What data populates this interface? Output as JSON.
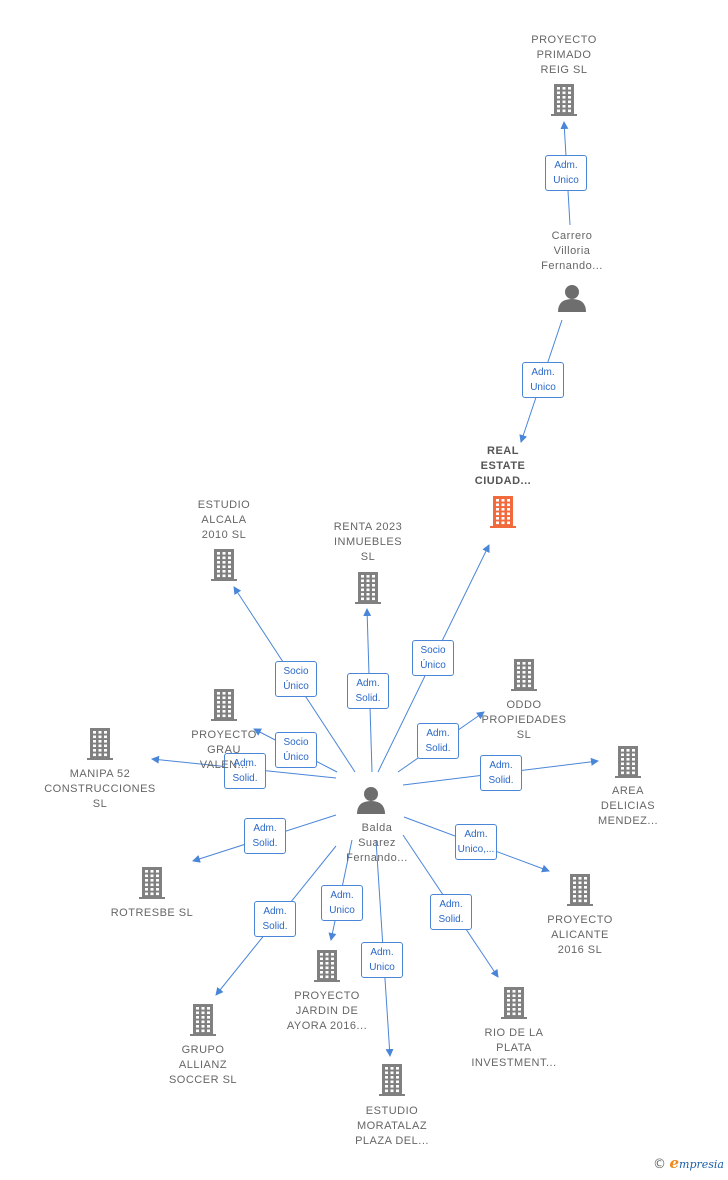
{
  "colors": {
    "edge": "#4a86d8",
    "node": "#808080",
    "focus": "#f26a3c",
    "person": "#6e6e6e"
  },
  "nodes": [
    {
      "id": "proyecto-primado",
      "type": "company",
      "label": "PROYECTO\nPRIMADO\nREIG  SL"
    },
    {
      "id": "carrero",
      "type": "person",
      "label": "Carrero\nVilloria\nFernando..."
    },
    {
      "id": "real-estate",
      "type": "company",
      "focus": true,
      "label": "REAL\nESTATE\nCIUDAD..."
    },
    {
      "id": "estudio-alcala",
      "type": "company",
      "label": "ESTUDIO\nALCALA\n2010 SL"
    },
    {
      "id": "renta-2023",
      "type": "company",
      "label": "RENTA 2023\nINMUEBLES\nSL"
    },
    {
      "id": "oddo",
      "type": "company",
      "label": "ODDO\nPROPIEDADES\nSL"
    },
    {
      "id": "proyecto-grau",
      "type": "company",
      "label": "PROYECTO\nGRAU\nVALEN..."
    },
    {
      "id": "manipa",
      "type": "company",
      "label": "MANIPA 52\nCONSTRUCCIONES\nSL"
    },
    {
      "id": "area-delicias",
      "type": "company",
      "label": "AREA\nDELICIAS\nMENDEZ..."
    },
    {
      "id": "balda",
      "type": "person",
      "label": "Balda\nSuarez\nFernando..."
    },
    {
      "id": "rotresbe",
      "type": "company",
      "label": "ROTRESBE  SL"
    },
    {
      "id": "proyecto-alicante",
      "type": "company",
      "label": "PROYECTO\nALICANTE\n2016  SL"
    },
    {
      "id": "proyecto-jardin",
      "type": "company",
      "label": "PROYECTO\nJARDIN DE\nAYORA 2016..."
    },
    {
      "id": "rio-plata",
      "type": "company",
      "label": "RIO DE LA\nPLATA\nINVESTMENT..."
    },
    {
      "id": "grupo-allianz",
      "type": "company",
      "label": "GRUPO\nALLIANZ\nSOCCER  SL"
    },
    {
      "id": "estudio-moratalaz",
      "type": "company",
      "label": "ESTUDIO\nMORATALAZ\nPLAZA DEL..."
    }
  ],
  "edges": [
    {
      "from": "carrero",
      "to": "proyecto-primado",
      "label": "Adm.\nUnico"
    },
    {
      "from": "carrero",
      "to": "real-estate",
      "label": "Adm.\nUnico"
    },
    {
      "from": "balda",
      "to": "real-estate",
      "label": "Socio\nÚnico"
    },
    {
      "from": "balda",
      "to": "estudio-alcala",
      "label": "Socio\nÚnico"
    },
    {
      "from": "balda",
      "to": "renta-2023",
      "label": "Adm.\nSolid."
    },
    {
      "from": "balda",
      "to": "oddo",
      "label": "Adm.\nSolid."
    },
    {
      "from": "balda",
      "to": "proyecto-grau",
      "label": "Socio\nÚnico"
    },
    {
      "from": "balda",
      "to": "manipa",
      "label": "Adm.\nSolid."
    },
    {
      "from": "balda",
      "to": "area-delicias",
      "label": "Adm.\nSolid."
    },
    {
      "from": "balda",
      "to": "rotresbe",
      "label": "Adm.\nSolid."
    },
    {
      "from": "balda",
      "to": "proyecto-alicante",
      "label": "Adm.\nUnico,..."
    },
    {
      "from": "balda",
      "to": "proyecto-jardin",
      "label": "Adm.\nUnico"
    },
    {
      "from": "balda",
      "to": "rio-plata",
      "label": "Adm.\nSolid."
    },
    {
      "from": "balda",
      "to": "grupo-allianz",
      "label": "Adm.\nSolid."
    },
    {
      "from": "balda",
      "to": "estudio-moratalaz",
      "label": "Adm.\nUnico"
    }
  ],
  "footer": {
    "copyright": "©",
    "brand_initial": "e",
    "brand_rest": "mpresia"
  }
}
